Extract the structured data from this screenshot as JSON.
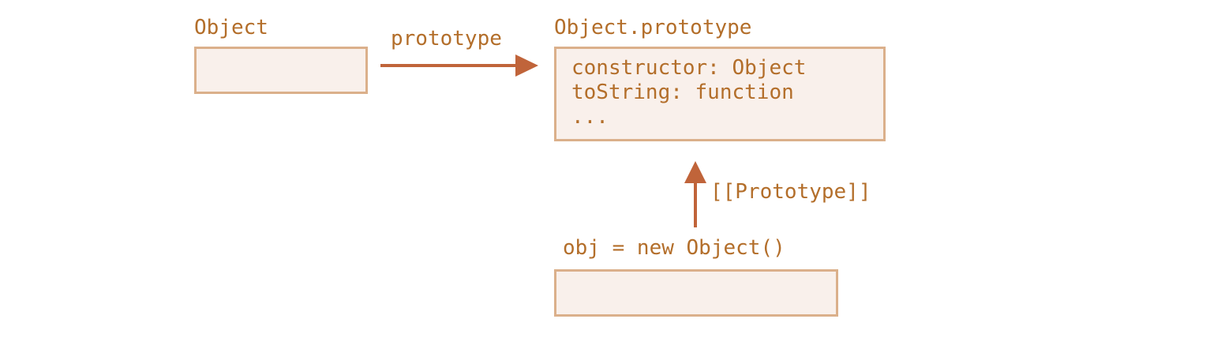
{
  "object_node": {
    "title": "Object"
  },
  "prototype_node": {
    "title": "Object.prototype",
    "lines": [
      "constructor: Object",
      "toString: function",
      "..."
    ]
  },
  "instance_node": {
    "title": "obj = new Object()"
  },
  "edges": {
    "prototype_label": "prototype",
    "proto_link_label": "[[Prototype]]"
  },
  "colors": {
    "text": "#b36e2a",
    "arrow": "#c0643a",
    "box_fill": "#f9f0eb",
    "box_border": "#dbb08b"
  }
}
